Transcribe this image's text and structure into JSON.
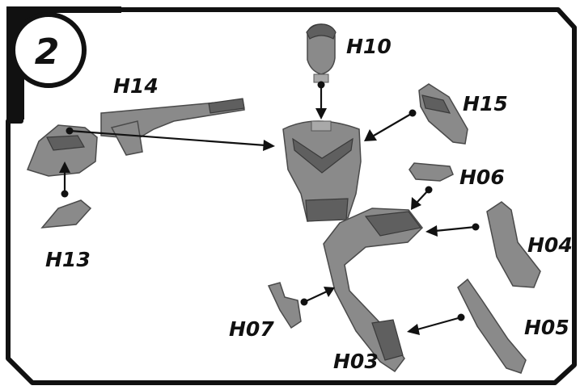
{
  "step": {
    "number": "2"
  },
  "labels": {
    "H10": "H10",
    "H14": "H14",
    "H15": "H15",
    "H06": "H06",
    "H13": "H13",
    "H04": "H04",
    "H07": "H07",
    "H05": "H05",
    "H03": "H03"
  },
  "colors": {
    "frame": "#111111",
    "part": "#8a8a8a",
    "background": "#ffffff"
  },
  "icons": [
    "arrow-connector",
    "step-badge"
  ]
}
